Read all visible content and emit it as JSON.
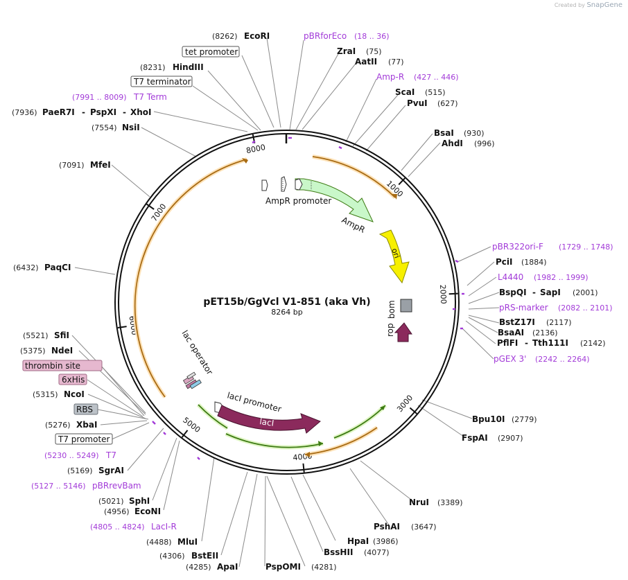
{
  "credit": {
    "created_by": "Created by",
    "brand": "SnapGene"
  },
  "title": "pET15b/GgVcl V1-851 (aka Vh)",
  "size_label": "8264 bp",
  "ticks": [
    "1000",
    "2000",
    "3000",
    "4000",
    "5000",
    "6000",
    "7000",
    "8000"
  ],
  "colors": {
    "primer": "#a23ad8",
    "backbone": "#111111",
    "rop": "#8b2a5c",
    "ori": "#f7f000",
    "bom": "#9aa0a6",
    "ampr": "#c9f7c9",
    "laci": "#8b2a5c",
    "orf_orange": "#f3a23a",
    "orf_green": "#7ac943"
  },
  "features_text": {
    "ampr_promoter": "AmpR promoter",
    "ampr": "AmpR",
    "ori": "ori",
    "bom": "bom",
    "rop": "rop",
    "laci_promoter": "lacI promoter",
    "laci": "lacI",
    "lac_operator": "lac operator"
  },
  "labels": [
    {
      "num": "(8262)",
      "name": "EcoRI"
    },
    {
      "box": "tet promoter"
    },
    {
      "num": "(8231)",
      "name": "HindIII"
    },
    {
      "box": "T7 terminator"
    },
    {
      "prange": "(7991 .. 8009)",
      "pname": "T7 Term"
    },
    {
      "num": "(7936)",
      "name": "PaeR7I",
      "name2": "PspXI",
      "name3": "XhoI"
    },
    {
      "num": "(7554)",
      "name": "NsiI"
    },
    {
      "num": "(7091)",
      "name": "MfeI"
    },
    {
      "num": "(6432)",
      "name": "PaqCI"
    },
    {
      "num": "(5521)",
      "name": "SfiI"
    },
    {
      "num": "(5375)",
      "name": "NdeI"
    },
    {
      "box": "thrombin site"
    },
    {
      "box": "6xHis"
    },
    {
      "num": "(5315)",
      "name": "NcoI"
    },
    {
      "box": "RBS"
    },
    {
      "num": "(5276)",
      "name": "XbaI"
    },
    {
      "box": "T7 promoter"
    },
    {
      "prange": "(5230 .. 5249)",
      "pname": "T7"
    },
    {
      "num": "(5169)",
      "name": "SgrAI"
    },
    {
      "prange": "(5127 .. 5146)",
      "pname": "pBRrevBam"
    },
    {
      "num": "(5021)",
      "name": "SphI"
    },
    {
      "num": "(4956)",
      "name": "EcoNI"
    },
    {
      "prange": "(4805 .. 4824)",
      "pname": "LacI-R"
    },
    {
      "num": "(4488)",
      "name": "MluI"
    },
    {
      "num": "(4306)",
      "name": "BstEII"
    },
    {
      "num": "(4285)",
      "name": "ApaI"
    },
    {
      "name": "PspOMI",
      "num": "(4281)"
    },
    {
      "name": "BssHII",
      "num": "(4077)"
    },
    {
      "name": "HpaI",
      "num": "(3986)"
    },
    {
      "name": "PshAI",
      "num": "(3647)"
    },
    {
      "name": "NruI",
      "num": "(3389)"
    },
    {
      "name": "FspAI",
      "num": "(2907)"
    },
    {
      "name": "Bpu10I",
      "num": "(2779)"
    },
    {
      "pname": "pGEX 3'",
      "prange": "(2242 .. 2264)"
    },
    {
      "name": "PflFI",
      "name2": "Tth111I",
      "num": "(2142)"
    },
    {
      "name": "BsaAI",
      "num": "(2136)"
    },
    {
      "name": "BstZ17I",
      "num": "(2117)"
    },
    {
      "pname": "pRS-marker",
      "prange": "(2082 .. 2101)"
    },
    {
      "name": "BspQI",
      "name2": "SapI",
      "num": "(2001)"
    },
    {
      "pname": "L4440",
      "prange": "(1982 .. 1999)"
    },
    {
      "name": "PciI",
      "num": "(1884)"
    },
    {
      "pname": "pBR322ori-F",
      "prange": "(1729 .. 1748)"
    },
    {
      "name": "AhdI",
      "num": "(996)"
    },
    {
      "name": "BsaI",
      "num": "(930)"
    },
    {
      "name": "PvuI",
      "num": "(627)"
    },
    {
      "name": "ScaI",
      "num": "(515)"
    },
    {
      "pname": "Amp-R",
      "prange": "(427 .. 446)"
    },
    {
      "name": "AatII",
      "num": "(77)"
    },
    {
      "name": "ZraI",
      "num": "(75)"
    },
    {
      "pname": "pBRforEco",
      "prange": "(18 .. 36)"
    }
  ]
}
